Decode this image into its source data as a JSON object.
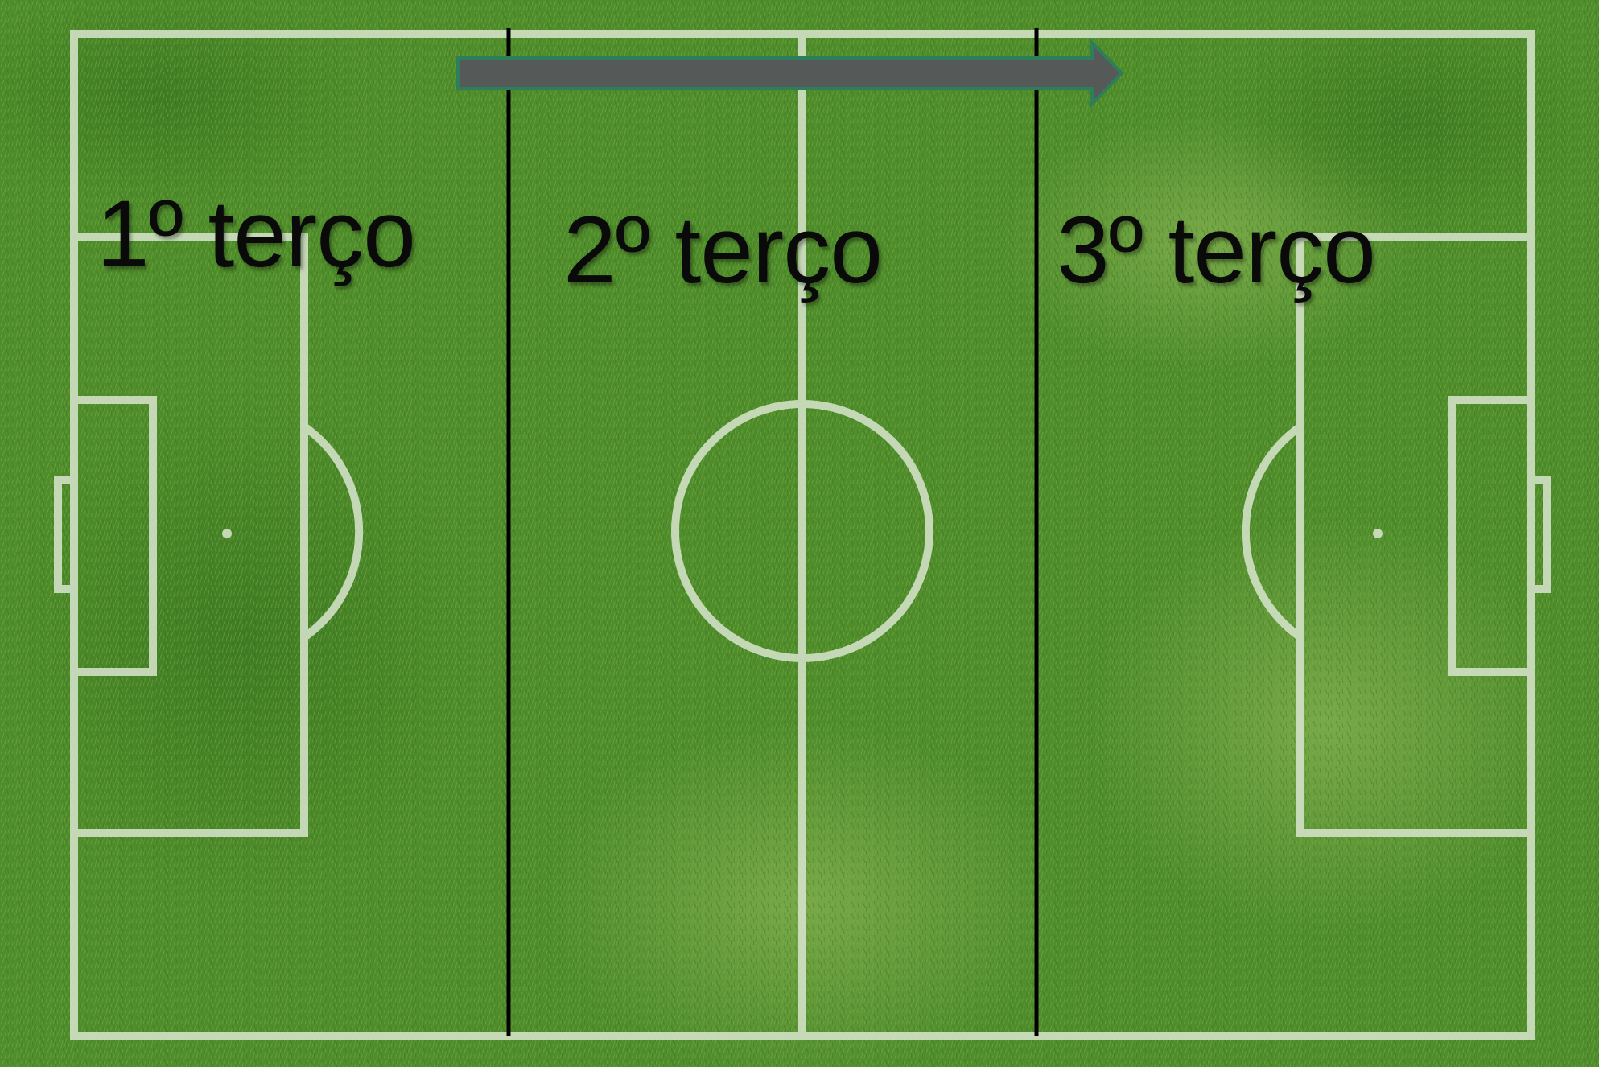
{
  "diagram": {
    "thirds": [
      {
        "label": "1º terço"
      },
      {
        "label": "2º terço"
      },
      {
        "label": "3º terço"
      }
    ],
    "arrow": {
      "direction": "right",
      "color": "#555a58",
      "outline": "#2e7d5b"
    },
    "colors": {
      "grass_dark": "#3f7a22",
      "grass_mid": "#5a9a33",
      "grass_light": "#8fb857",
      "pitch_lines": "#d9e6cf",
      "divider_lines": "#000000",
      "label_text": "#0a0a0a"
    }
  }
}
